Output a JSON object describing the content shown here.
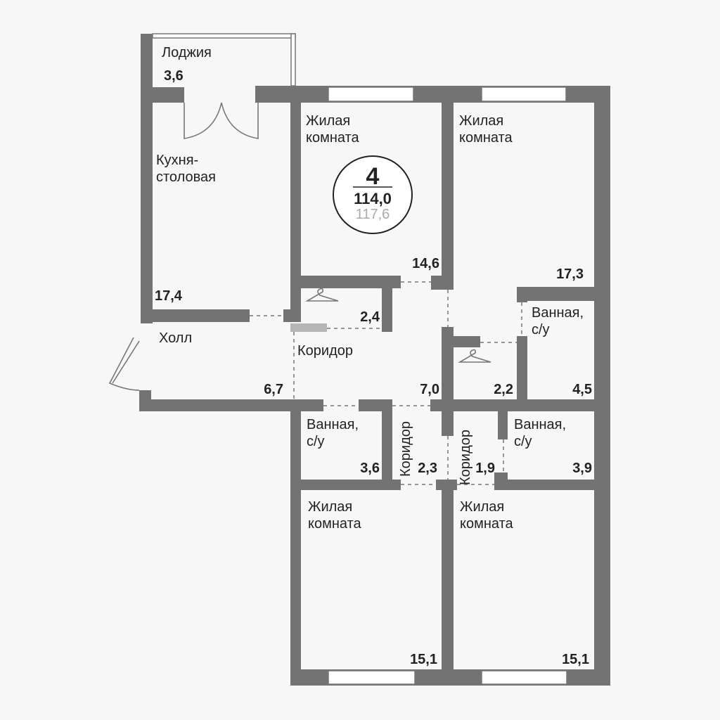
{
  "summary": {
    "rooms_count": "4",
    "living_area": "114,0",
    "total_area": "117,6"
  },
  "rooms": {
    "loggia": {
      "name": "Лоджия",
      "area": "3,6"
    },
    "kitchen": {
      "name_line1": "Кухня-",
      "name_line2": "столовая",
      "area": "17,4"
    },
    "bedroom_1": {
      "name_line1": "Жилая",
      "name_line2": "комната",
      "area": "14,6"
    },
    "bedroom_2": {
      "name_line1": "Жилая",
      "name_line2": "комната",
      "area": "17,3"
    },
    "closet_1": {
      "area": "2,4"
    },
    "hall": {
      "name": "Холл",
      "area": "6,7"
    },
    "corridor_main": {
      "name": "Коридор",
      "area": "7,0"
    },
    "closet_2": {
      "area": "2,2"
    },
    "bathroom_1": {
      "name_line1": "Ванная,",
      "name_line2": "с/у",
      "area": "4,5"
    },
    "bathroom_2": {
      "name_line1": "Ванная,",
      "name_line2": "с/у",
      "area": "3,6"
    },
    "corridor_2": {
      "name": "Коридор",
      "area": "2,3"
    },
    "corridor_3": {
      "name": "Коридор",
      "area": "1,9"
    },
    "bathroom_3": {
      "name_line1": "Ванная,",
      "name_line2": "с/у",
      "area": "3,9"
    },
    "bedroom_3": {
      "name_line1": "Жилая",
      "name_line2": "комната",
      "area": "15,1"
    },
    "bedroom_4": {
      "name_line1": "Жилая",
      "name_line2": "комната",
      "area": "15,1"
    }
  },
  "colors": {
    "wall": "#737373",
    "background": "#f7f7f7"
  }
}
